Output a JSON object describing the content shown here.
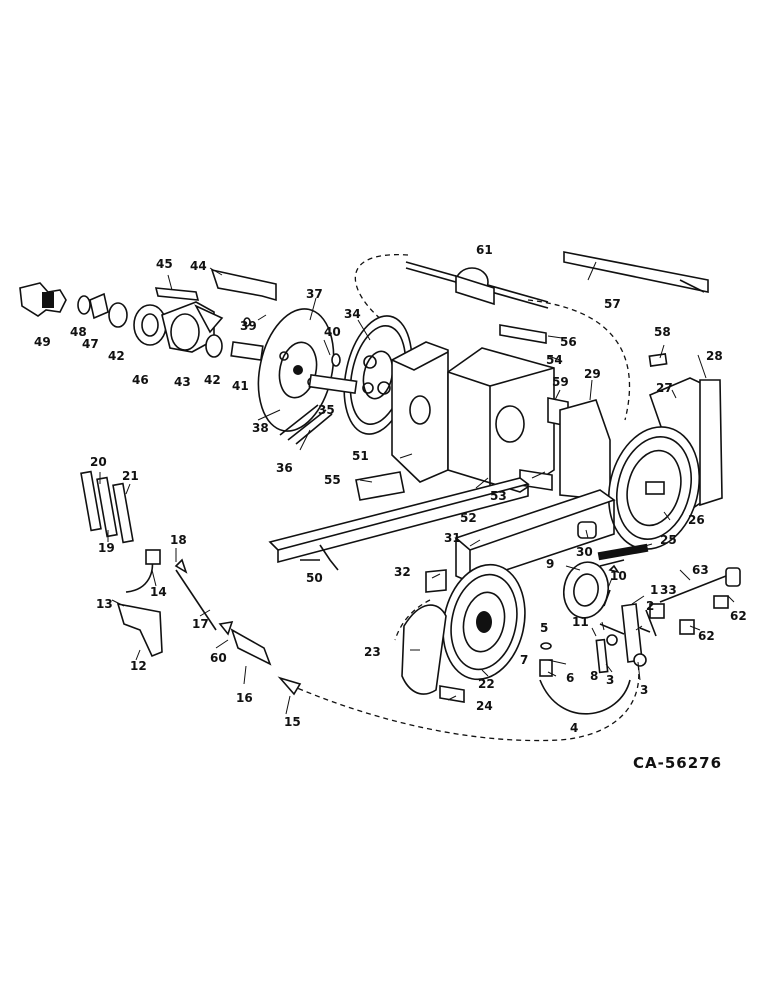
{
  "diagram": {
    "code": "CA-56276",
    "callouts": [
      "1",
      "2",
      "3",
      "3",
      "4",
      "5",
      "6",
      "7",
      "8",
      "9",
      "10",
      "11",
      "12",
      "13",
      "14",
      "15",
      "16",
      "17",
      "18",
      "19",
      "20",
      "21",
      "22",
      "23",
      "24",
      "25",
      "26",
      "27",
      "28",
      "29",
      "30",
      "31",
      "32",
      "33",
      "34",
      "35",
      "36",
      "37",
      "38",
      "39",
      "40",
      "41",
      "42",
      "42",
      "43",
      "44",
      "45",
      "46",
      "47",
      "48",
      "49",
      "50",
      "51",
      "52",
      "53",
      "54",
      "55",
      "56",
      "57",
      "58",
      "59",
      "60",
      "61",
      "62",
      "62",
      "63"
    ]
  },
  "colors": {
    "ink": "#111111",
    "paper": "#ffffff"
  }
}
